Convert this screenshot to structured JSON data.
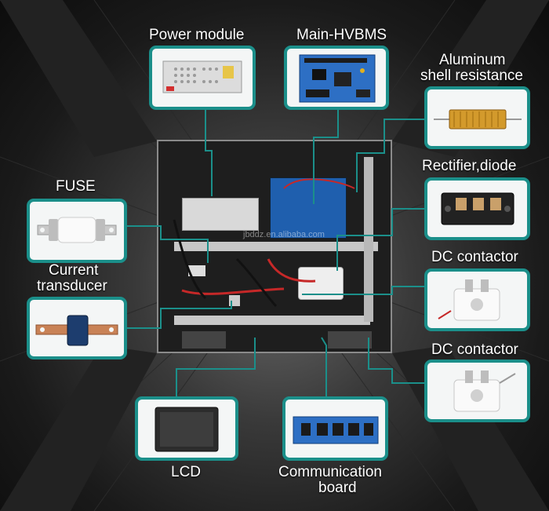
{
  "labels": {
    "power_module": "Power module",
    "main_hvbms": "Main-HVBMS",
    "aluminum_line1": "Aluminum",
    "aluminum_line2": "shell resistance",
    "fuse": "FUSE",
    "rectifier": "Rectifier,diode",
    "current_line1": "Current",
    "current_line2": "transducer",
    "dc_contactor_1": "DC contactor",
    "dc_contactor_2": "DC contactor",
    "lcd": "LCD",
    "comm_line1": "Communication",
    "comm_line2": "board",
    "watermark": "jbddz.en.alibaba.com"
  },
  "colors": {
    "accent": "#1b8f8a",
    "connector": "#1b8f8a",
    "card_bg": "#f4f6f6"
  }
}
